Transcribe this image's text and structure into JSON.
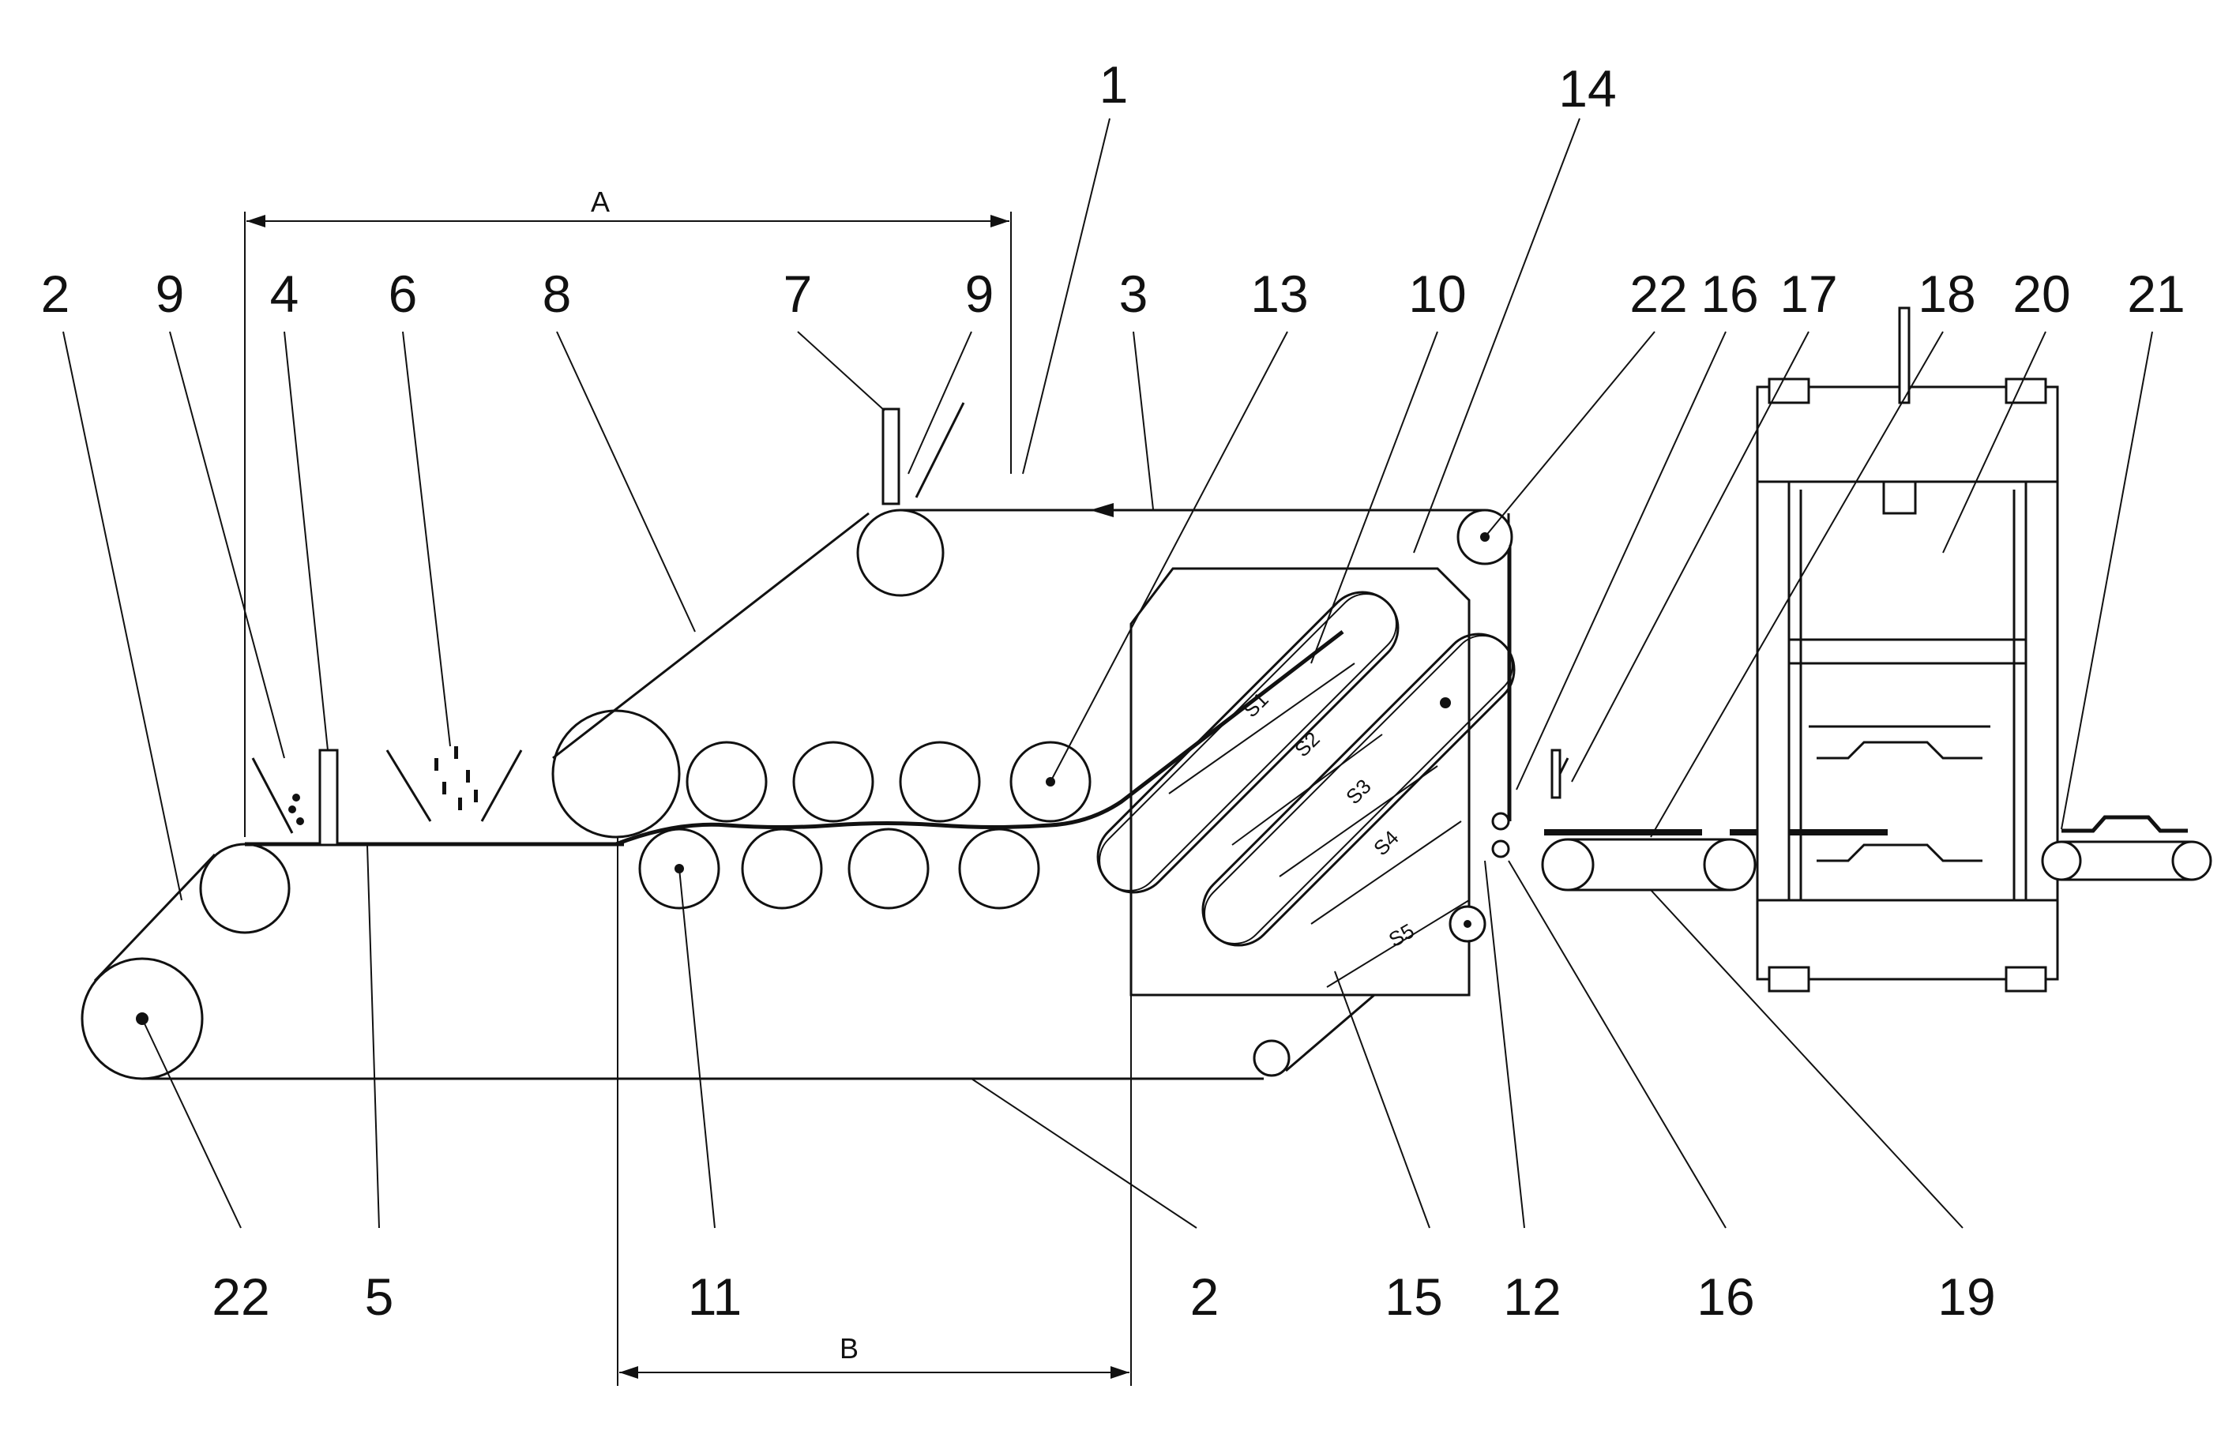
{
  "figure": {
    "dimension_a": "A",
    "dimension_b": "B",
    "segments": [
      "S1",
      "S2",
      "S3",
      "S4",
      "S5"
    ],
    "labels_top": [
      "2",
      "9",
      "4",
      "6",
      "8",
      "7",
      "9",
      "1",
      "3",
      "13",
      "10",
      "14",
      "22",
      "16",
      "17",
      "18",
      "20",
      "21"
    ],
    "labels_bottom": [
      "22",
      "5",
      "11",
      "2",
      "15",
      "12",
      "16",
      "19"
    ]
  }
}
